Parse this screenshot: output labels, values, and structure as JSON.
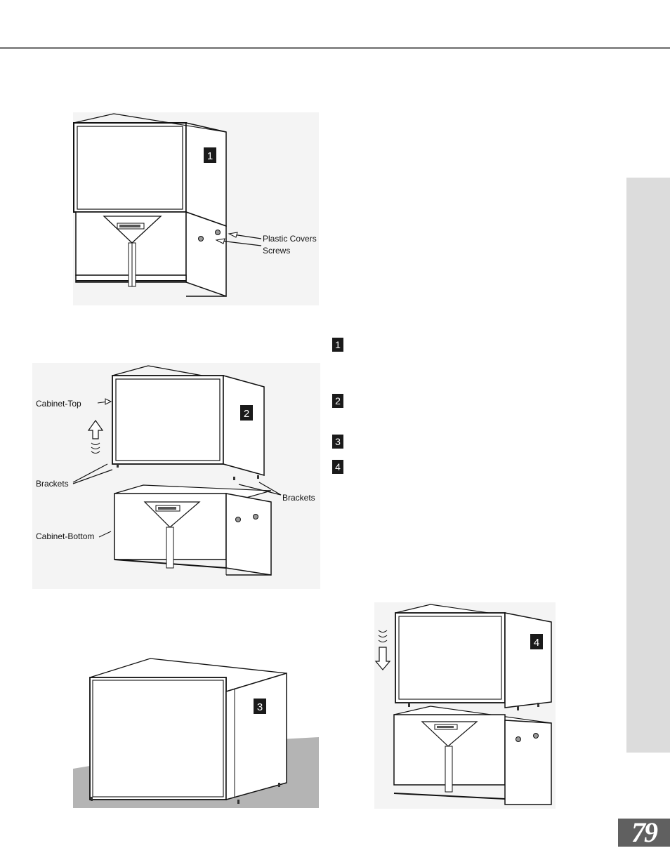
{
  "page": {
    "number": "79"
  },
  "steps": [
    "1",
    "2",
    "3",
    "4"
  ],
  "figures": {
    "fig1": {
      "badge": "1",
      "label_covers": "Plastic Covers",
      "label_screws": "Screws"
    },
    "fig2": {
      "badge": "2",
      "label_top": "Cabinet-Top",
      "label_brackets_left": "Brackets",
      "label_brackets_right": "Brackets",
      "label_bottom": "Cabinet-Bottom"
    },
    "fig3": {
      "badge": "3"
    },
    "fig4": {
      "badge": "4"
    }
  },
  "colors": {
    "rule": "#8a8a8a",
    "sidetab": "#dcdcdc",
    "pagenum_bg": "#606060",
    "badge_bg": "#1a1a1a",
    "floor": "#b4b4b4"
  }
}
